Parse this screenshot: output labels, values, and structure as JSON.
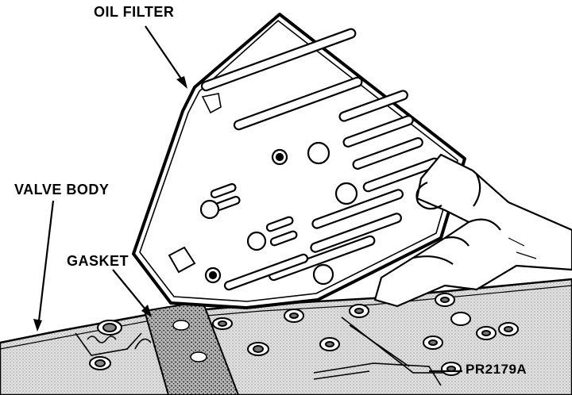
{
  "labels": {
    "oil_filter": "OIL FILTER",
    "valve_body": "VALVE BODY",
    "gasket": "GASKET",
    "figure_code": "PR2179A"
  },
  "colors": {
    "ink": "#000000",
    "paper": "#ffffff",
    "casting": "#cfcfcf",
    "gasket": "#8a8a8a"
  }
}
